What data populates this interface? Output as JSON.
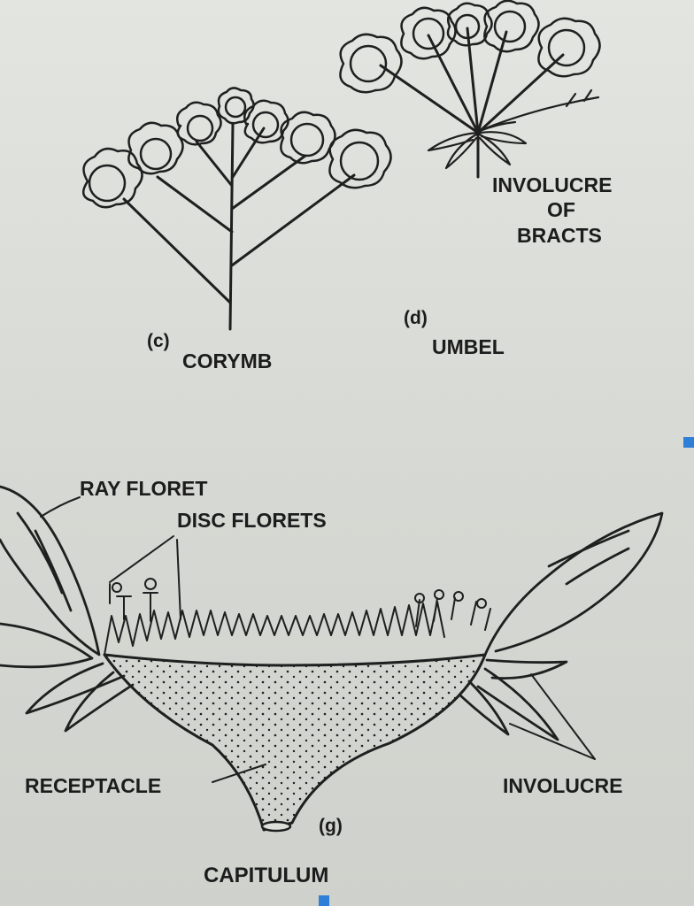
{
  "diagram": {
    "corymb": {
      "letter": "(c)",
      "name": "CORYMB"
    },
    "umbel": {
      "letter": "(d)",
      "name": "UMBEL",
      "involucre_line1": "INVOLUCRE",
      "involucre_line2": "OF",
      "involucre_line3": "BRACTS"
    },
    "capitulum": {
      "letter": "(g)",
      "name": "CAPITULUM",
      "ray_floret": "RAY FLORET",
      "disc_florets": "DISC FLORETS",
      "receptacle": "RECEPTACLE",
      "involucre": "INVOLUCRE"
    }
  },
  "colors": {
    "ink": "#1f1f1f",
    "paper": "#dcded9",
    "selection_handle": "#2f7fd8"
  }
}
